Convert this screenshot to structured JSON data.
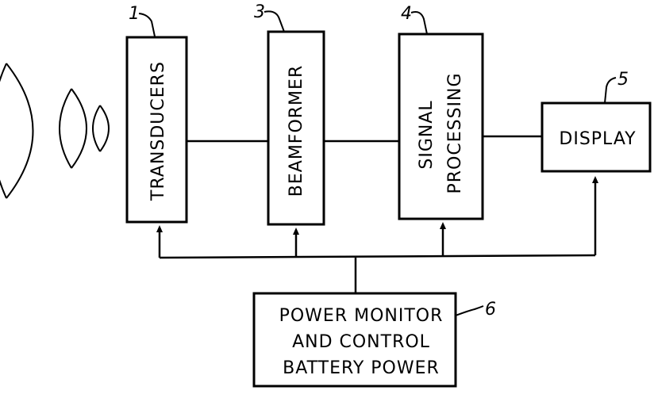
{
  "blocks": {
    "transducers": {
      "ref": "1",
      "label": "TRANSDUCERS"
    },
    "beamformer": {
      "ref": "3",
      "label": "BEAMFORMER"
    },
    "signal_processing": {
      "ref": "4",
      "line1": "SIGNAL",
      "line2": "PROCESSING"
    },
    "display": {
      "ref": "5",
      "label": "DISPLAY"
    },
    "power": {
      "ref": "6",
      "line1": "POWER MONITOR",
      "line2": "AND CONTROL",
      "line3": "BATTERY POWER"
    }
  },
  "waves": {
    "icon": "ultrasound-wave-icon"
  }
}
